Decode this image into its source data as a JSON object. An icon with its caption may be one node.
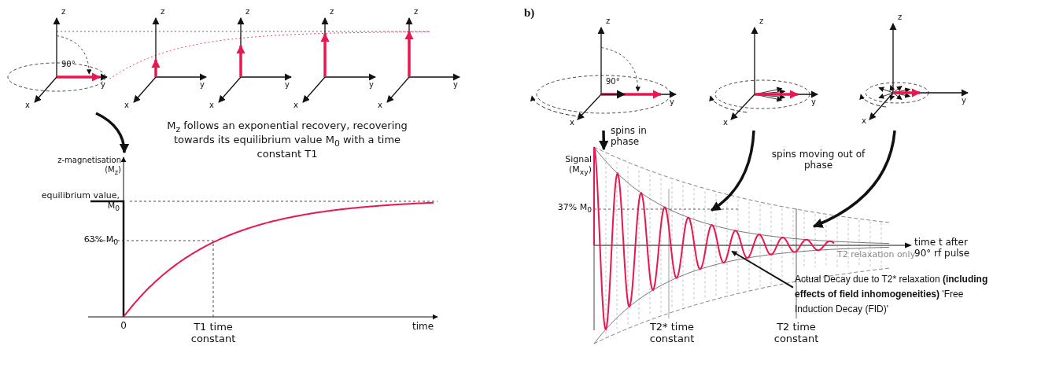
{
  "diagram": {
    "nodes": [
      {
        "text": [
          "z",
          "90°",
          "y",
          "x"
        ]
      },
      {
        "text": [
          "z",
          "y",
          "x"
        ]
      },
      {
        "text": [
          "z",
          "y",
          "x"
        ]
      },
      {
        "text": [
          "z",
          "y",
          "x"
        ]
      },
      {
        "text": [
          "z",
          "y",
          "x"
        ]
      },
      {
        "text": [
          "z-magnetisation (M$_{z}$)",
          "equilibrium value, M$_{0}$",
          "63% M$_{0}$",
          "0",
          "T1 time constant",
          "time"
        ]
      },
      {
        "text": [
          "z",
          "90°",
          "y",
          "x"
        ]
      },
      {
        "text": [
          "z",
          "y",
          "x"
        ]
      },
      {
        "text": [
          "z",
          "y",
          "x"
        ]
      },
      {
        "text": [
          "Signal (M$_{xy}$)",
          "37% M$_{0}$",
          "T2 relaxation only",
          "time t after 90° rf pulse",
          "T2* time constant",
          "T2 time constant"
        ]
      },
      {
        "text": [
          "Actual Decay due to T2* relaxation **(including effects of field inhomogeneities)** 'Free Induction Decay (FID)'"
        ],
        "in": 9
      },
      {
        "text": [],
        "shape": "curve",
        "in": 9
      }
    ],
    "edges": [
      {
        "from": 0,
        "to": 5,
        "arrow": "to"
      },
      {
        "from": 6,
        "to": 9,
        "arrow": "to",
        "label": "spins in phase"
      },
      {
        "from": 7,
        "to": 11,
        "arrow": "to"
      },
      {
        "from": 8,
        "to": 11,
        "arrow": "to"
      },
      {
        "from": 10,
        "to": 11,
        "arrow": "to"
      }
    ],
    "labels": [
      "M$_{z}$ follows an exponential recovery, recovering towards its equilibrium value M$_{0}$ with a time constant T1",
      "b)",
      "spins moving out of phase"
    ]
  }
}
